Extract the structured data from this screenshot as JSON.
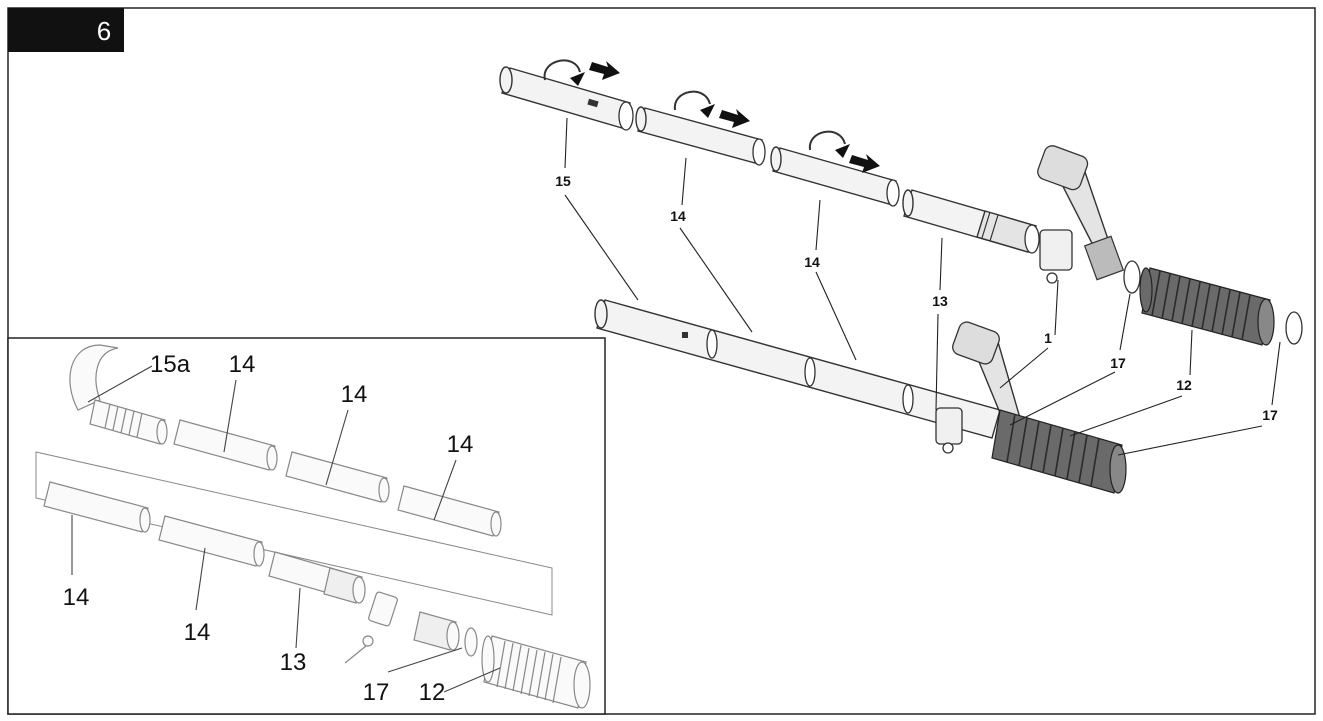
{
  "figure": {
    "number": "6"
  },
  "labels": {
    "exploded": {
      "part_15": "15",
      "part_14_a": "14",
      "part_14_b": "14",
      "part_13": "13",
      "part_1": "1",
      "part_17_a": "17",
      "part_12": "12",
      "part_17_b": "17"
    },
    "inset": {
      "part_15a": "15a",
      "part_14_top_1": "14",
      "part_14_top_2": "14",
      "part_14_top_3": "14",
      "part_14_bot_1": "14",
      "part_14_bot_2": "14",
      "part_13": "13",
      "part_17": "17",
      "part_12": "12"
    }
  }
}
